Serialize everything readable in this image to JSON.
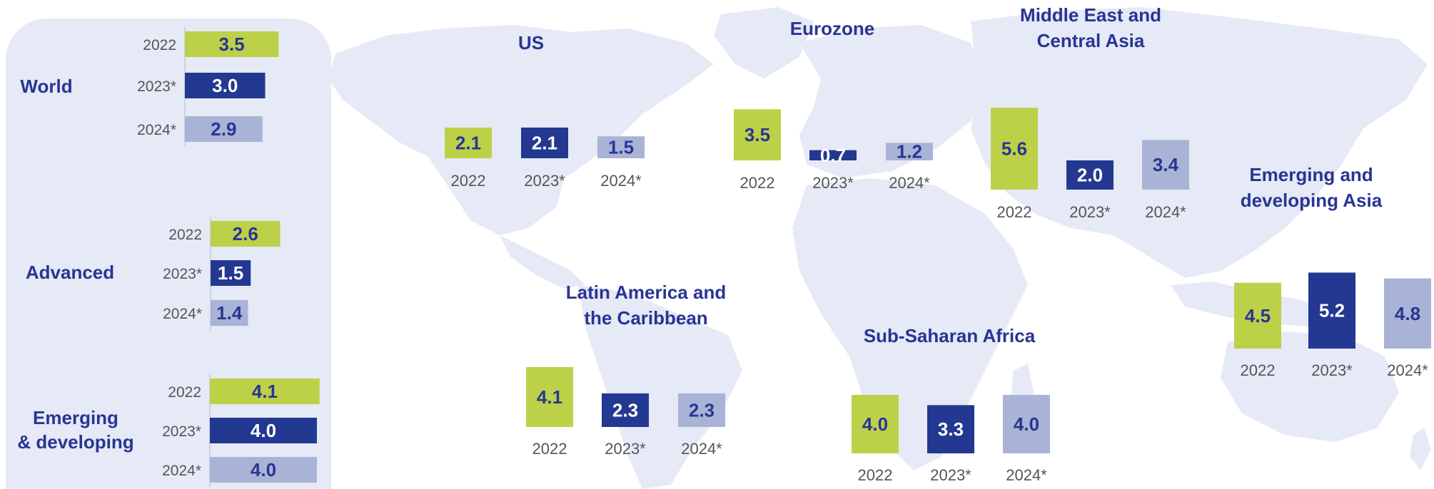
{
  "colors": {
    "y2022": "#bdd148",
    "y2023": "#233891",
    "y2024": "#a9b3d5",
    "label_dark": "#283593",
    "label_light": "#ffffff",
    "map": "#e6e9f6",
    "panel": "#e6e9f6",
    "title": "#283593",
    "tick": "#555555"
  },
  "chart_data": [
    {
      "type": "bar",
      "orientation": "horizontal",
      "group": "World",
      "categories": [
        "2022",
        "2023*",
        "2024*"
      ],
      "values": [
        3.5,
        3.0,
        2.9
      ]
    },
    {
      "type": "bar",
      "orientation": "horizontal",
      "group": "Advanced",
      "categories": [
        "2022",
        "2023*",
        "2024*"
      ],
      "values": [
        2.6,
        1.5,
        1.4
      ]
    },
    {
      "type": "bar",
      "orientation": "horizontal",
      "group": "Emerging\n& developing",
      "categories": [
        "2022",
        "2023*",
        "2024*"
      ],
      "values": [
        4.1,
        4.0,
        4.0
      ]
    },
    {
      "type": "bar",
      "group": "US",
      "categories": [
        "2022",
        "2023*",
        "2024*"
      ],
      "values": [
        2.1,
        2.1,
        1.5
      ]
    },
    {
      "type": "bar",
      "group": "Eurozone",
      "categories": [
        "2022",
        "2023*",
        "2024*"
      ],
      "values": [
        3.5,
        0.7,
        1.2
      ]
    },
    {
      "type": "bar",
      "group": "Middle East and\nCentral Asia",
      "categories": [
        "2022",
        "2023*",
        "2024*"
      ],
      "values": [
        5.6,
        2.0,
        3.4
      ]
    },
    {
      "type": "bar",
      "group": "Emerging and\ndeveloping Asia",
      "categories": [
        "2022",
        "2023*",
        "2024*"
      ],
      "values": [
        4.5,
        5.2,
        4.8
      ]
    },
    {
      "type": "bar",
      "group": "Latin America and\nthe Caribbean",
      "categories": [
        "2022",
        "2023*",
        "2024*"
      ],
      "values": [
        4.1,
        2.3,
        2.3
      ]
    },
    {
      "type": "bar",
      "group": "Sub-Saharan Africa",
      "categories": [
        "2022",
        "2023*",
        "2024*"
      ],
      "values": [
        4.0,
        3.3,
        4.0
      ]
    }
  ]
}
